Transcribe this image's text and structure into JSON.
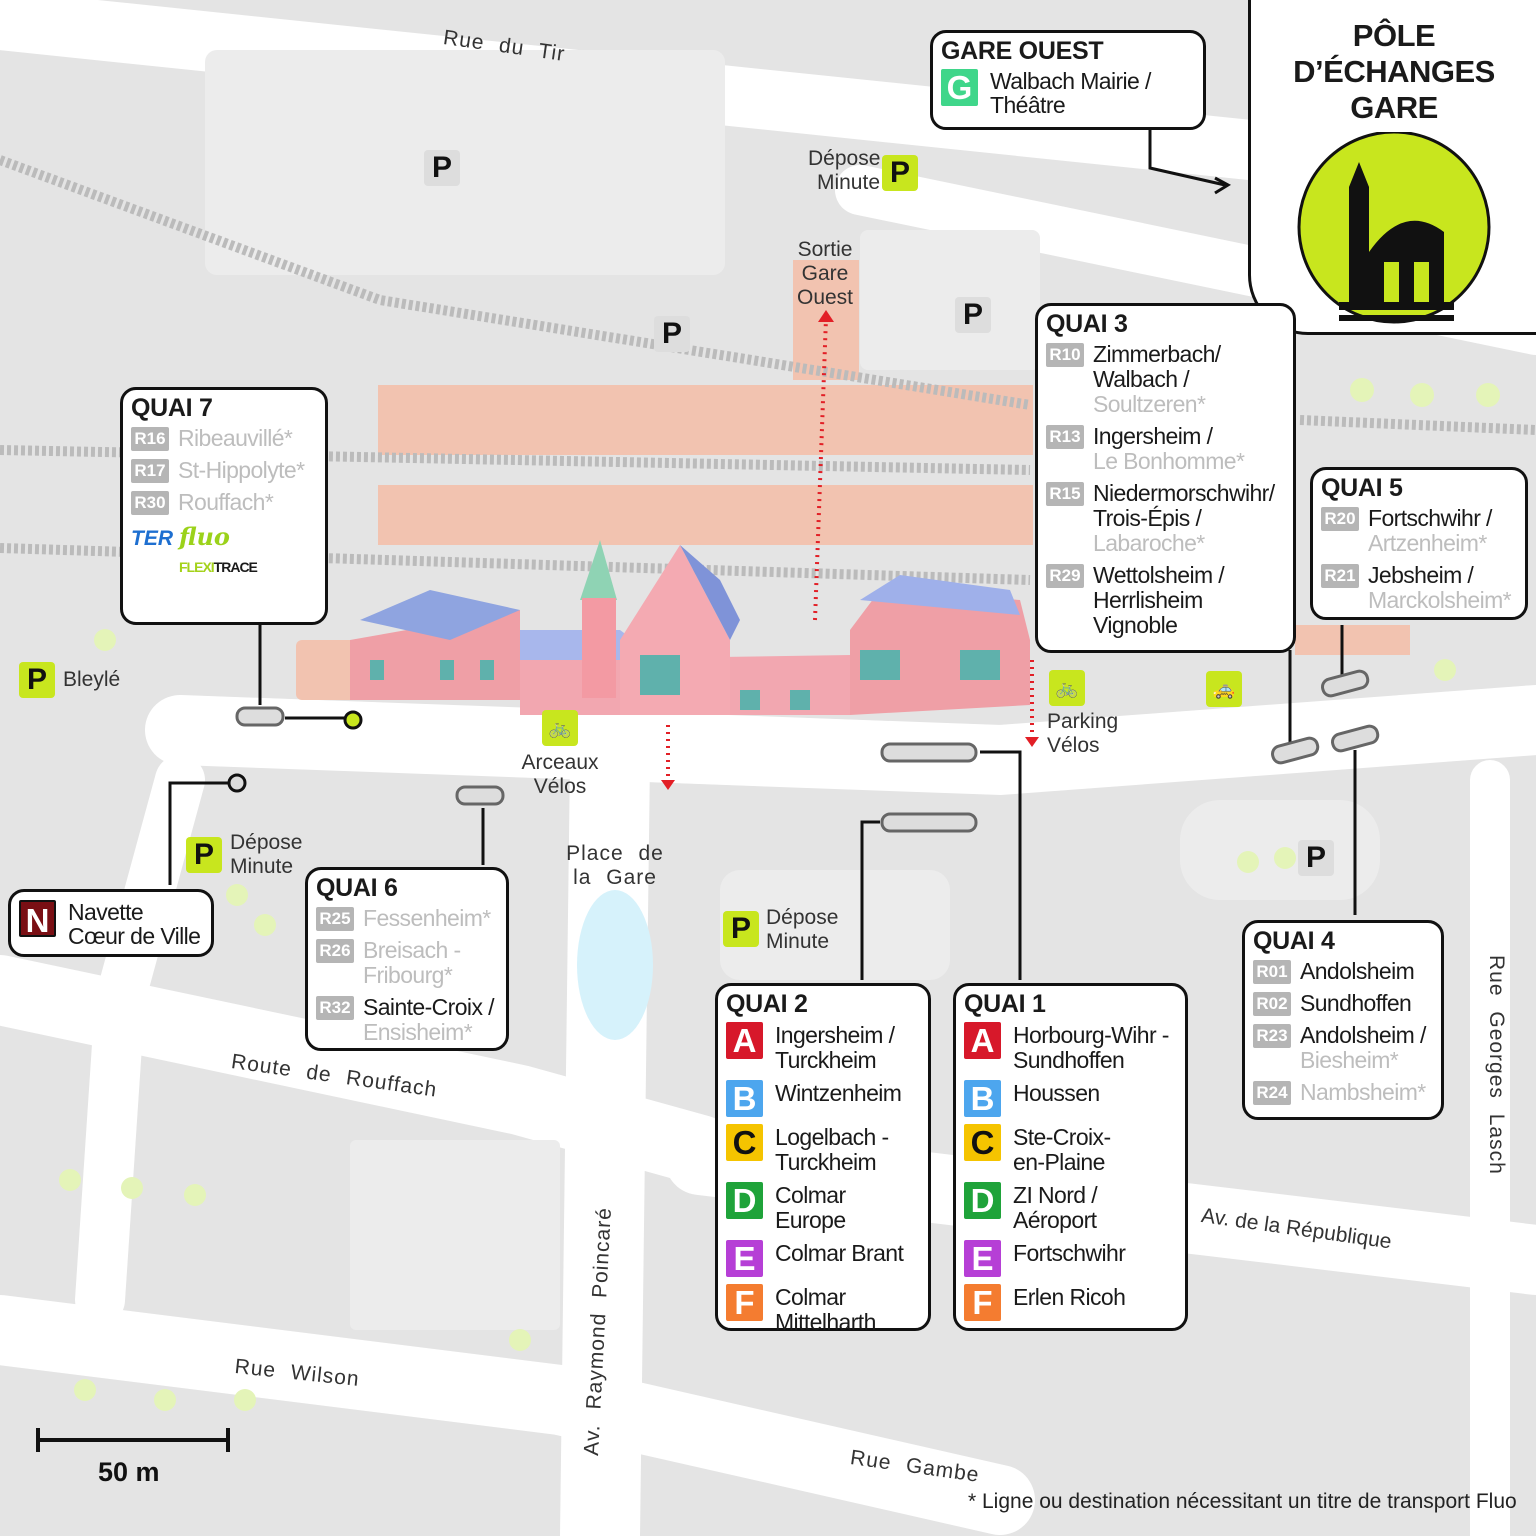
{
  "title": "PÔLE D’ÉCHANGES GARE",
  "colors": {
    "lime": "#c8e61e",
    "platform": "#f2c3b0",
    "A": "#d7182a",
    "B": "#4da6ee",
    "C": "#f5c400",
    "D": "#1fa33a",
    "E": "#b63fd6",
    "F": "#f47c30",
    "G": "#3fd68a",
    "N": "#7a0f14"
  },
  "gare_ouest": {
    "title": "GARE OUEST",
    "line": "G",
    "dest": "Walbach Mairie / Théâtre"
  },
  "navette": {
    "line": "N",
    "dest": "Navette Cœur de Ville"
  },
  "quais": [
    {
      "id": "quai-7",
      "title": "QUAI 7",
      "rows": [
        {
          "code": "R16",
          "type": "r",
          "parts": [
            {
              "t": "Ribeauvillé*",
              "g": true
            }
          ]
        },
        {
          "code": "R17",
          "type": "r",
          "parts": [
            {
              "t": "St-Hippolyte*",
              "g": true
            }
          ]
        },
        {
          "code": "R30",
          "type": "r",
          "parts": [
            {
              "t": "Rouffach*",
              "g": true
            }
          ]
        }
      ],
      "logos": [
        "TER",
        "fluo",
        "FLEXI",
        "TRACE"
      ]
    },
    {
      "id": "quai-3",
      "title": "QUAI 3",
      "rows": [
        {
          "code": "R10",
          "type": "r",
          "parts": [
            {
              "t": "Zimmerbach/"
            },
            {
              "t": "Walbach /"
            },
            {
              "t": "Soultzeren*",
              "g": true
            }
          ]
        },
        {
          "code": "R13",
          "type": "r",
          "parts": [
            {
              "t": "Ingersheim /"
            },
            {
              "t": "Le Bonhomme*",
              "g": true
            }
          ]
        },
        {
          "code": "R15",
          "type": "r",
          "parts": [
            {
              "t": "Niedermorschwihr/"
            },
            {
              "t": "Trois-Épis /"
            },
            {
              "t": "Labaroche*",
              "g": true
            }
          ]
        },
        {
          "code": "R29",
          "type": "r",
          "parts": [
            {
              "t": "Wettolsheim /"
            },
            {
              "t": "Herrlisheim"
            },
            {
              "t": "Vignoble"
            }
          ]
        }
      ]
    },
    {
      "id": "quai-5",
      "title": "QUAI 5",
      "rows": [
        {
          "code": "R20",
          "type": "r",
          "parts": [
            {
              "t": "Fortschwihr /"
            },
            {
              "t": "Artzenheim*",
              "g": true
            }
          ]
        },
        {
          "code": "R21",
          "type": "r",
          "parts": [
            {
              "t": "Jebsheim /"
            },
            {
              "t": "Marckolsheim*",
              "g": true
            }
          ]
        }
      ]
    },
    {
      "id": "quai-6",
      "title": "QUAI 6",
      "rows": [
        {
          "code": "R25",
          "type": "r",
          "parts": [
            {
              "t": "Fessenheim*",
              "g": true
            }
          ]
        },
        {
          "code": "R26",
          "type": "r",
          "parts": [
            {
              "t": "Breisach -",
              "g": true
            },
            {
              "t": "Fribourg*",
              "g": true
            }
          ]
        },
        {
          "code": "R32",
          "type": "r",
          "parts": [
            {
              "t": "Sainte-Croix /"
            },
            {
              "t": "Ensisheim*",
              "g": true
            }
          ]
        }
      ]
    },
    {
      "id": "quai-4",
      "title": "QUAI 4",
      "rows": [
        {
          "code": "R01",
          "type": "r",
          "parts": [
            {
              "t": "Andolsheim"
            }
          ]
        },
        {
          "code": "R02",
          "type": "r",
          "parts": [
            {
              "t": "Sundhoffen"
            }
          ]
        },
        {
          "code": "R23",
          "type": "r",
          "parts": [
            {
              "t": "Andolsheim /"
            },
            {
              "t": "Biesheim*",
              "g": true
            }
          ]
        },
        {
          "code": "R24",
          "type": "r",
          "parts": [
            {
              "t": "Nambsheim*",
              "g": true
            }
          ]
        }
      ]
    },
    {
      "id": "quai-2",
      "title": "QUAI 2",
      "rows": [
        {
          "code": "A",
          "type": "l",
          "parts": [
            {
              "t": "Ingersheim /"
            },
            {
              "t": "Turckheim"
            }
          ]
        },
        {
          "code": "B",
          "type": "l",
          "parts": [
            {
              "t": "Wintzenheim"
            }
          ]
        },
        {
          "code": "C",
          "type": "l",
          "parts": [
            {
              "t": "Logelbach -"
            },
            {
              "t": "Turckheim"
            }
          ]
        },
        {
          "code": "D",
          "type": "l",
          "parts": [
            {
              "t": "Colmar Europe"
            }
          ]
        },
        {
          "code": "E",
          "type": "l",
          "parts": [
            {
              "t": "Colmar Brant"
            }
          ]
        },
        {
          "code": "F",
          "type": "l",
          "parts": [
            {
              "t": "Colmar"
            },
            {
              "t": "Mittelharth"
            }
          ]
        }
      ]
    },
    {
      "id": "quai-1",
      "title": "QUAI 1",
      "rows": [
        {
          "code": "A",
          "type": "l",
          "parts": [
            {
              "t": "Horbourg-Wihr -"
            },
            {
              "t": "Sundhoffen"
            }
          ]
        },
        {
          "code": "B",
          "type": "l",
          "parts": [
            {
              "t": "Houssen"
            }
          ]
        },
        {
          "code": "C",
          "type": "l",
          "parts": [
            {
              "t": "Ste-Croix-"
            },
            {
              "t": "en-Plaine"
            }
          ]
        },
        {
          "code": "D",
          "type": "l",
          "parts": [
            {
              "t": "ZI Nord /"
            },
            {
              "t": "Aéroport"
            }
          ]
        },
        {
          "code": "E",
          "type": "l",
          "parts": [
            {
              "t": "Fortschwihr"
            }
          ]
        },
        {
          "code": "F",
          "type": "l",
          "parts": [
            {
              "t": "Erlen Ricoh"
            }
          ]
        }
      ]
    }
  ],
  "places": {
    "depose_minute": "Dépose Minute",
    "sortie": "Sortie Gare Ouest",
    "bleyle": "Bleylé",
    "arceaux": "Arceaux Vélos",
    "parking_velos": "Parking Vélos",
    "place_gare": "Place de la Gare",
    "parking_letter": "P"
  },
  "streets": {
    "rue_tir": "Rue du Tir",
    "route_rouffach": "Route de Rouffach",
    "rue_wilson": "Rue Wilson",
    "av_poincare": "Av. Raymond Poincaré",
    "rue_gambetta": "Rue Gambe",
    "av_republique": "Av. de la République",
    "rue_lasch": "Rue Georges Lasch"
  },
  "scale": "50 m",
  "footnote": "* Ligne ou destination nécessitant un titre de transport Fluo"
}
